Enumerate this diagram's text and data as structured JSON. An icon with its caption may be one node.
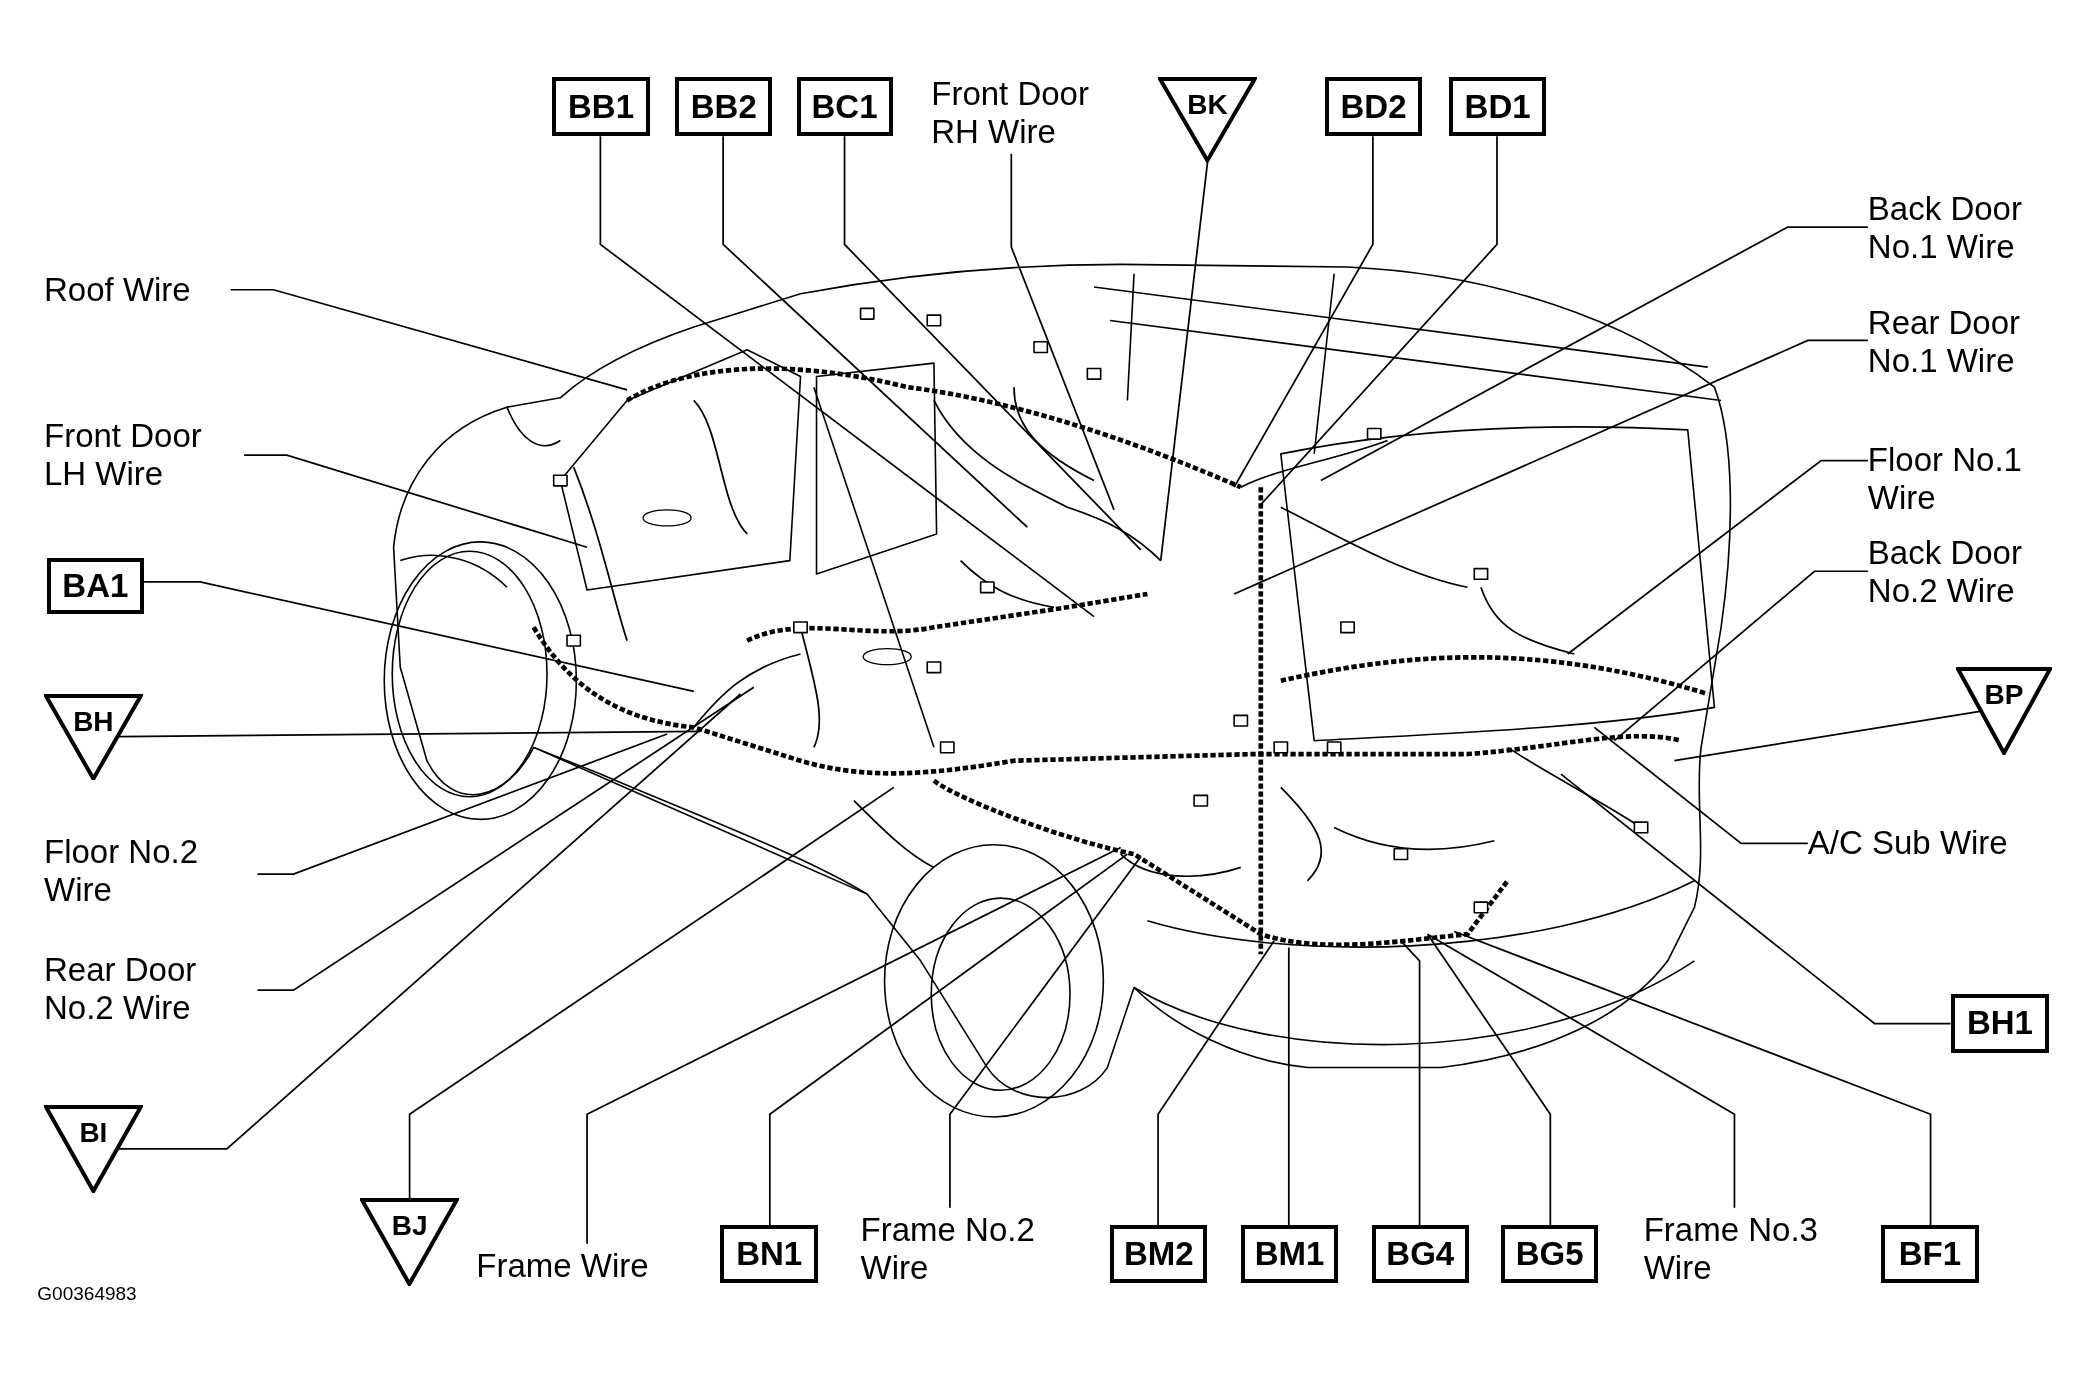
{
  "diagram": {
    "nodes": [
      {
        "text": [
          "BB1"
        ]
      },
      {
        "text": [
          "BB2"
        ]
      },
      {
        "text": [
          "BC1"
        ]
      },
      {
        "text": [
          "Front Door RH Wire"
        ]
      },
      {
        "text": [
          "BK"
        ]
      },
      {
        "text": [
          "BD2"
        ]
      },
      {
        "text": [
          "BD1"
        ]
      },
      {
        "text": [
          "Roof Wire"
        ]
      },
      {
        "text": [
          "Back Door No.1 Wire"
        ]
      },
      {
        "text": [
          "Rear Door No.1 Wire"
        ]
      },
      {
        "text": [
          "Front Door LH Wire"
        ]
      },
      {
        "text": [
          "Floor No.1 Wire"
        ]
      },
      {
        "text": [
          "BA1"
        ]
      },
      {
        "text": [
          "Back Door No.2 Wire"
        ]
      },
      {
        "text": [
          "BH"
        ]
      },
      {
        "text": [
          "BP"
        ]
      },
      {
        "text": [
          "A/C Sub Wire"
        ]
      },
      {
        "text": [
          "Floor No.2 Wire"
        ]
      },
      {
        "text": [
          "Rear Door No.2 Wire"
        ]
      },
      {
        "text": [
          "BH1"
        ]
      },
      {
        "text": [
          "BI"
        ]
      },
      {
        "text": [
          "BJ"
        ]
      },
      {
        "text": [
          "Frame Wire"
        ]
      },
      {
        "text": [
          "BN1"
        ]
      },
      {
        "text": [
          "Frame No.2 Wire"
        ]
      },
      {
        "text": [
          "BM2"
        ]
      },
      {
        "text": [
          "BM1"
        ]
      },
      {
        "text": [
          "BG4"
        ]
      },
      {
        "text": [
          "BG5"
        ]
      },
      {
        "text": [
          "Frame No.3 Wire"
        ]
      },
      {
        "text": [
          "BF1"
        ]
      }
    ],
    "edges": [
      {
        "from": 0,
        "to": null,
        "arrow": "none"
      },
      {
        "from": 1,
        "to": null,
        "arrow": "none"
      },
      {
        "from": 2,
        "to": null,
        "arrow": "none"
      },
      {
        "from": 3,
        "to": null,
        "arrow": "none"
      },
      {
        "from": 4,
        "to": null,
        "arrow": "none"
      },
      {
        "from": 5,
        "to": null,
        "arrow": "none"
      },
      {
        "from": 6,
        "to": null,
        "arrow": "none"
      },
      {
        "from": 7,
        "to": null,
        "arrow": "none"
      },
      {
        "from": 8,
        "to": null,
        "arrow": "none"
      },
      {
        "from": 9,
        "to": null,
        "arrow": "none"
      },
      {
        "from": 10,
        "to": null,
        "arrow": "none"
      },
      {
        "from": 11,
        "to": null,
        "arrow": "none"
      },
      {
        "from": 12,
        "to": null,
        "arrow": "none"
      },
      {
        "from": 13,
        "to": null,
        "arrow": "none"
      },
      {
        "from": 14,
        "to": null,
        "arrow": "none"
      },
      {
        "from": 15,
        "to": null,
        "arrow": "none"
      },
      {
        "from": 16,
        "to": null,
        "arrow": "none"
      },
      {
        "from": 17,
        "to": null,
        "arrow": "none"
      },
      {
        "from": 18,
        "to": null,
        "arrow": "none"
      },
      {
        "from": 19,
        "to": null,
        "arrow": "none"
      },
      {
        "from": 20,
        "to": null,
        "arrow": "none"
      },
      {
        "from": 21,
        "to": null,
        "arrow": "none"
      },
      {
        "from": 22,
        "to": null,
        "arrow": "none"
      },
      {
        "from": 23,
        "to": null,
        "arrow": "none"
      },
      {
        "from": 24,
        "to": null,
        "arrow": "none"
      },
      {
        "from": 25,
        "to": null,
        "arrow": "none"
      },
      {
        "from": 26,
        "to": null,
        "arrow": "none"
      },
      {
        "from": 27,
        "to": null,
        "arrow": "none"
      },
      {
        "from": 28,
        "to": null,
        "arrow": "none"
      },
      {
        "from": 29,
        "to": null,
        "arrow": "none"
      },
      {
        "from": 30,
        "to": null,
        "arrow": "none"
      }
    ],
    "labels": [
      "G00364983"
    ]
  }
}
